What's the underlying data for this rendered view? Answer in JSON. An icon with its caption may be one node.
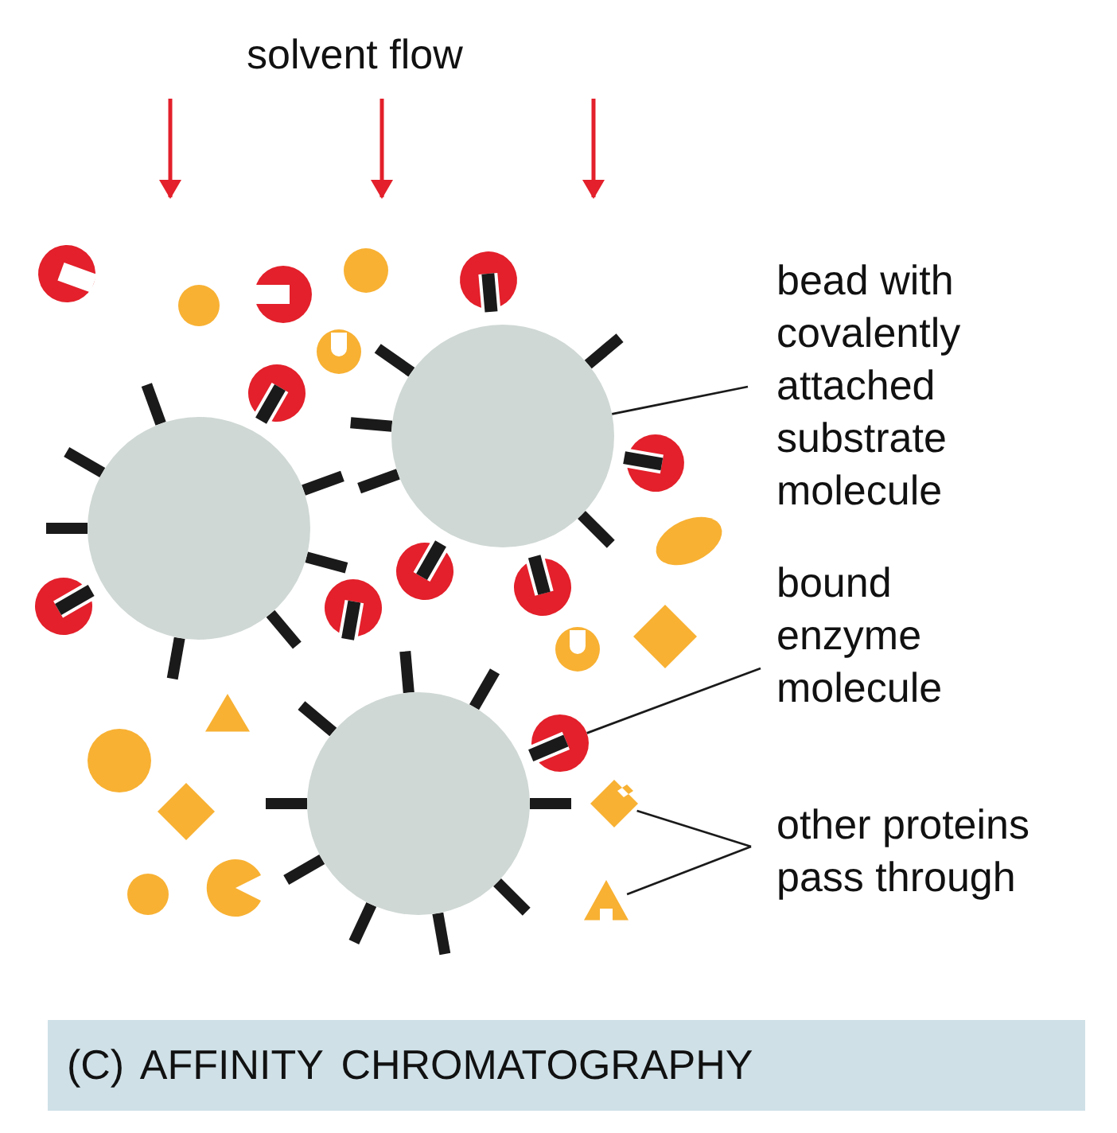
{
  "diagram": {
    "caption": "(C) AFFINITY CHROMATOGRAPHY",
    "nodes": [
      {
        "text": [
          "bead with covalently attached substrate molecule"
        ]
      },
      {
        "text": [],
        "shape": "circle"
      },
      {
        "text": [
          "bound enzyme molecule"
        ]
      },
      {
        "text": [],
        "shape": "circle"
      },
      {
        "text": [
          "other proteins pass through"
        ]
      },
      {
        "text": [],
        "shape": "diamond"
      },
      {
        "text": [],
        "shape": "triangle"
      },
      {
        "text": [],
        "shape": "circle"
      },
      {
        "text": [],
        "shape": "circle"
      },
      {
        "text": [],
        "shape": "circle"
      },
      {
        "text": [],
        "shape": "circle"
      },
      {
        "text": [],
        "shape": "circle"
      },
      {
        "text": [],
        "shape": "circle"
      },
      {
        "text": [],
        "shape": "circle"
      },
      {
        "text": [],
        "shape": "circle"
      },
      {
        "text": [],
        "shape": "circle"
      },
      {
        "text": [],
        "shape": "circle"
      },
      {
        "text": [],
        "shape": "circle"
      },
      {
        "text": [],
        "shape": "circle"
      },
      {
        "text": [],
        "shape": "circle"
      },
      {
        "text": [],
        "shape": "circle"
      },
      {
        "text": [],
        "shape": "circle"
      },
      {
        "text": [],
        "shape": "ellipse"
      },
      {
        "text": [],
        "shape": "diamond"
      },
      {
        "text": [],
        "shape": "triangle"
      },
      {
        "text": [],
        "shape": "circle"
      },
      {
        "text": [],
        "shape": "diamond"
      },
      {
        "text": [],
        "shape": "circle"
      },
      {
        "text": [],
        "shape": "circle"
      }
    ],
    "edges": [
      {
        "from": 0,
        "to": 1,
        "arrow": "none"
      },
      {
        "from": 2,
        "to": 3,
        "arrow": "none"
      },
      {
        "from": 4,
        "to": 5,
        "arrow": "none"
      },
      {
        "from": 4,
        "to": 6,
        "arrow": "none"
      }
    ],
    "labels": [
      "solvent flow"
    ]
  }
}
